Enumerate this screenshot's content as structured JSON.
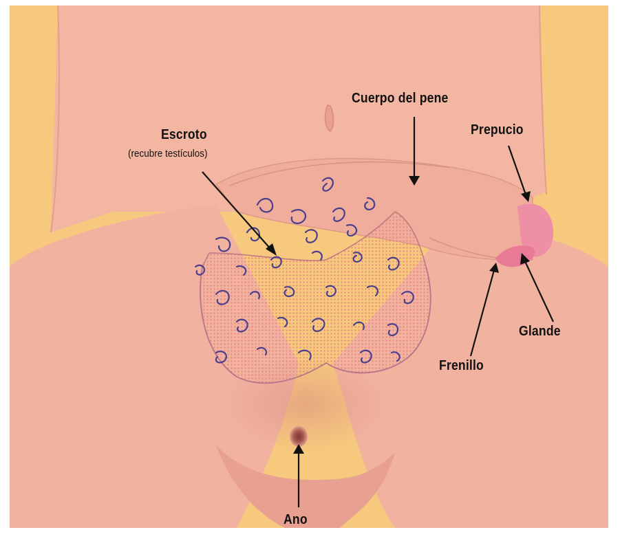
{
  "labels": {
    "cuerpo": "Cuerpo del pene",
    "escroto": "Escroto",
    "escroto_sub": "(recubre testículos)",
    "prepucio": "Prepucio",
    "glande": "Glande",
    "frenillo": "Frenillo",
    "ano": "Ano"
  },
  "colors": {
    "background": "#f7c97e",
    "skin": "#f2b4a0",
    "skin_shadow": "#e49d8d",
    "scrotum_dots": "#e8877a",
    "hair": "#4a3f8c",
    "glans": "#ea86a0",
    "labels": "#111111"
  }
}
